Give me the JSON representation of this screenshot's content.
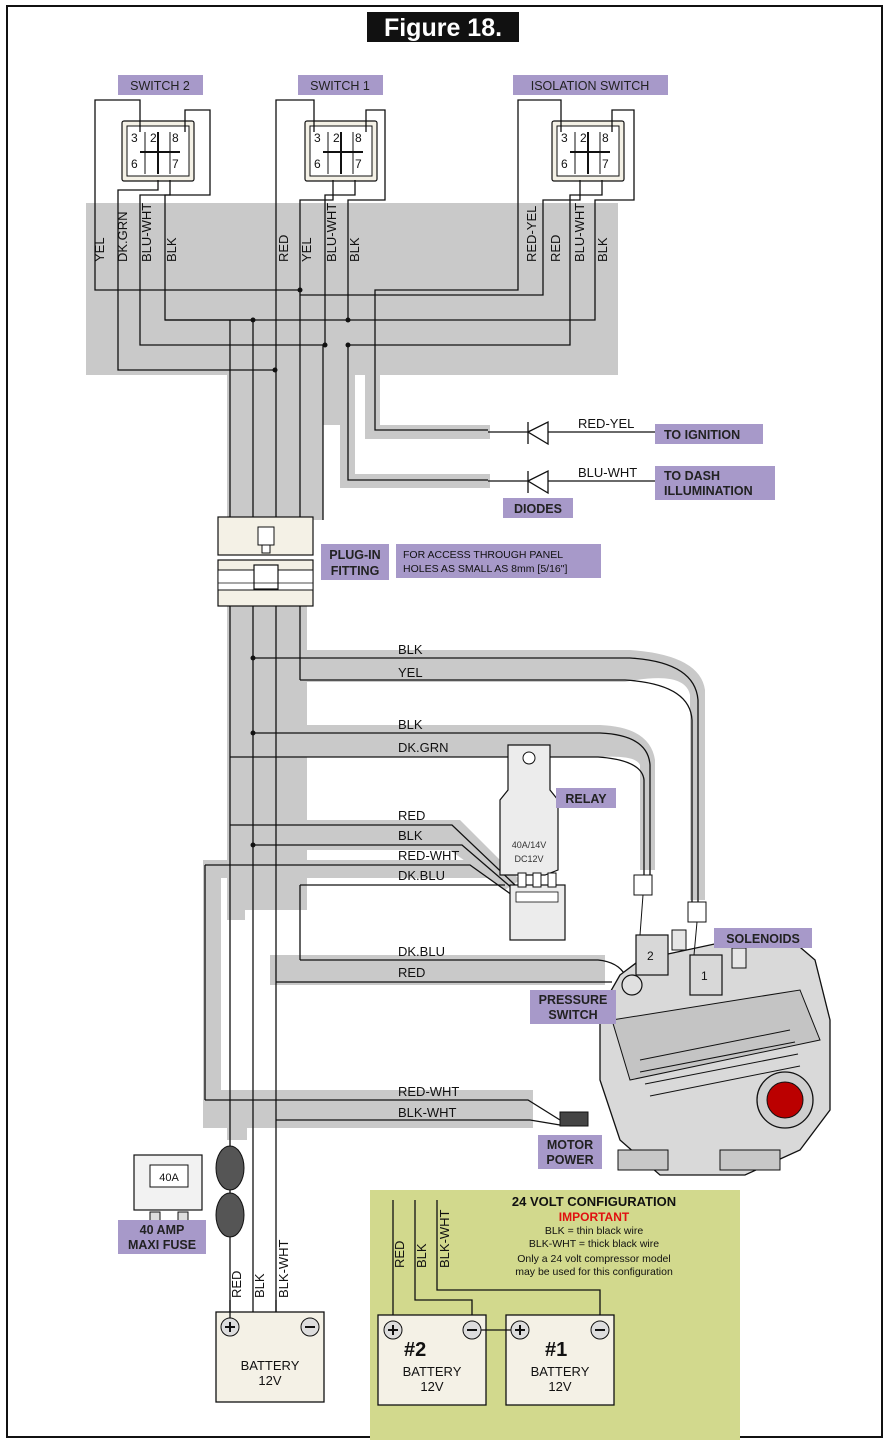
{
  "title": "Figure 18.",
  "switches": {
    "switch2": "SWITCH 2",
    "switch1": "SWITCH 1",
    "isolation": "ISOLATION SWITCH",
    "pins": [
      "3",
      "2",
      "8",
      "6",
      "7"
    ]
  },
  "vertical_wires": {
    "switch2": [
      "YEL",
      "DK.GRN",
      "BLU-WHT",
      "BLK"
    ],
    "switch1": [
      "RED",
      "YEL",
      "BLU-WHT",
      "BLK"
    ],
    "isolation": [
      "RED-YEL",
      "RED",
      "BLU-WHT",
      "BLK"
    ]
  },
  "diodes": {
    "wire_ignition": "RED-YEL",
    "tag_ignition": "TO IGNITION",
    "wire_dash": "BLU-WHT",
    "tag_dash_line1": "TO DASH",
    "tag_dash_line2": "ILLUMINATION",
    "tag_diodes": "DIODES"
  },
  "plug": {
    "tag_line1": "PLUG-IN",
    "tag_line2": "FITTING",
    "note_line1": "FOR ACCESS THROUGH PANEL",
    "note_line2": "HOLES AS SMALL AS 8mm [5/16\"]"
  },
  "harness_wires": [
    "BLK",
    "YEL",
    "BLK",
    "DK.GRN",
    "RED",
    "BLK",
    "RED-WHT",
    "DK.BLU",
    "DK.BLU",
    "RED",
    "RED-WHT",
    "BLK-WHT"
  ],
  "relay": {
    "tag": "RELAY",
    "label_line1": "40A/14V",
    "label_line2": "DC12V"
  },
  "compressor": {
    "solenoids": "SOLENOIDS",
    "sol_num_2": "2",
    "sol_num_1": "1",
    "pressure_line1": "PRESSURE",
    "pressure_line2": "SWITCH",
    "motor_line1": "MOTOR",
    "motor_line2": "POWER"
  },
  "fuse": {
    "label": "40A",
    "tag_line1": "40 AMP",
    "tag_line2": "MAXI FUSE"
  },
  "battery_wires": [
    "RED",
    "BLK",
    "BLK-WHT"
  ],
  "battery_12v": {
    "line1": "BATTERY",
    "line2": "12V"
  },
  "config24": {
    "title": "24 VOLT CONFIGURATION",
    "important": "IMPORTANT",
    "note1": "BLK = thin black wire",
    "note2": "BLK-WHT = thick black wire",
    "note3": "Only a 24 volt compressor model",
    "note4": "may be used for this configuration",
    "wires": [
      "RED",
      "BLK",
      "BLK-WHT"
    ],
    "battery2_num": "#2",
    "battery1_num": "#1",
    "battery_line1": "BATTERY",
    "battery_line2": "12V"
  },
  "colors": {
    "harness": "#c9c9c9",
    "tag": "#a799c9",
    "config_bg": "#d2d98d",
    "important": "#e01010",
    "title_bg": "#111111"
  }
}
